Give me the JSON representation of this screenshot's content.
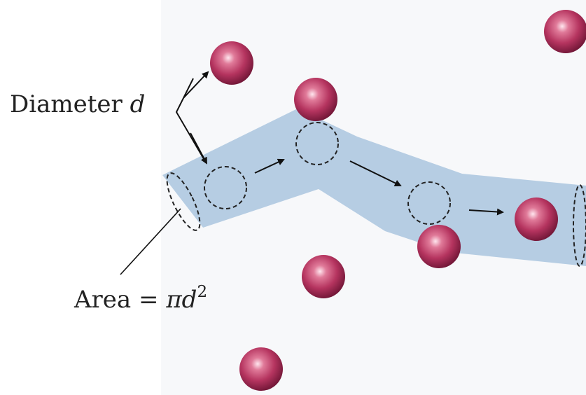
{
  "labels": {
    "diameter_text": "Diameter",
    "diameter_symbol": "d",
    "area_text": "Area = ",
    "area_symbol": "πd",
    "area_exponent": "2"
  },
  "colors": {
    "tube_fill": "#b6cde3",
    "molecule_fill": "#b5345f",
    "dashed_outline": "#222222",
    "arrow": "#111111"
  }
}
